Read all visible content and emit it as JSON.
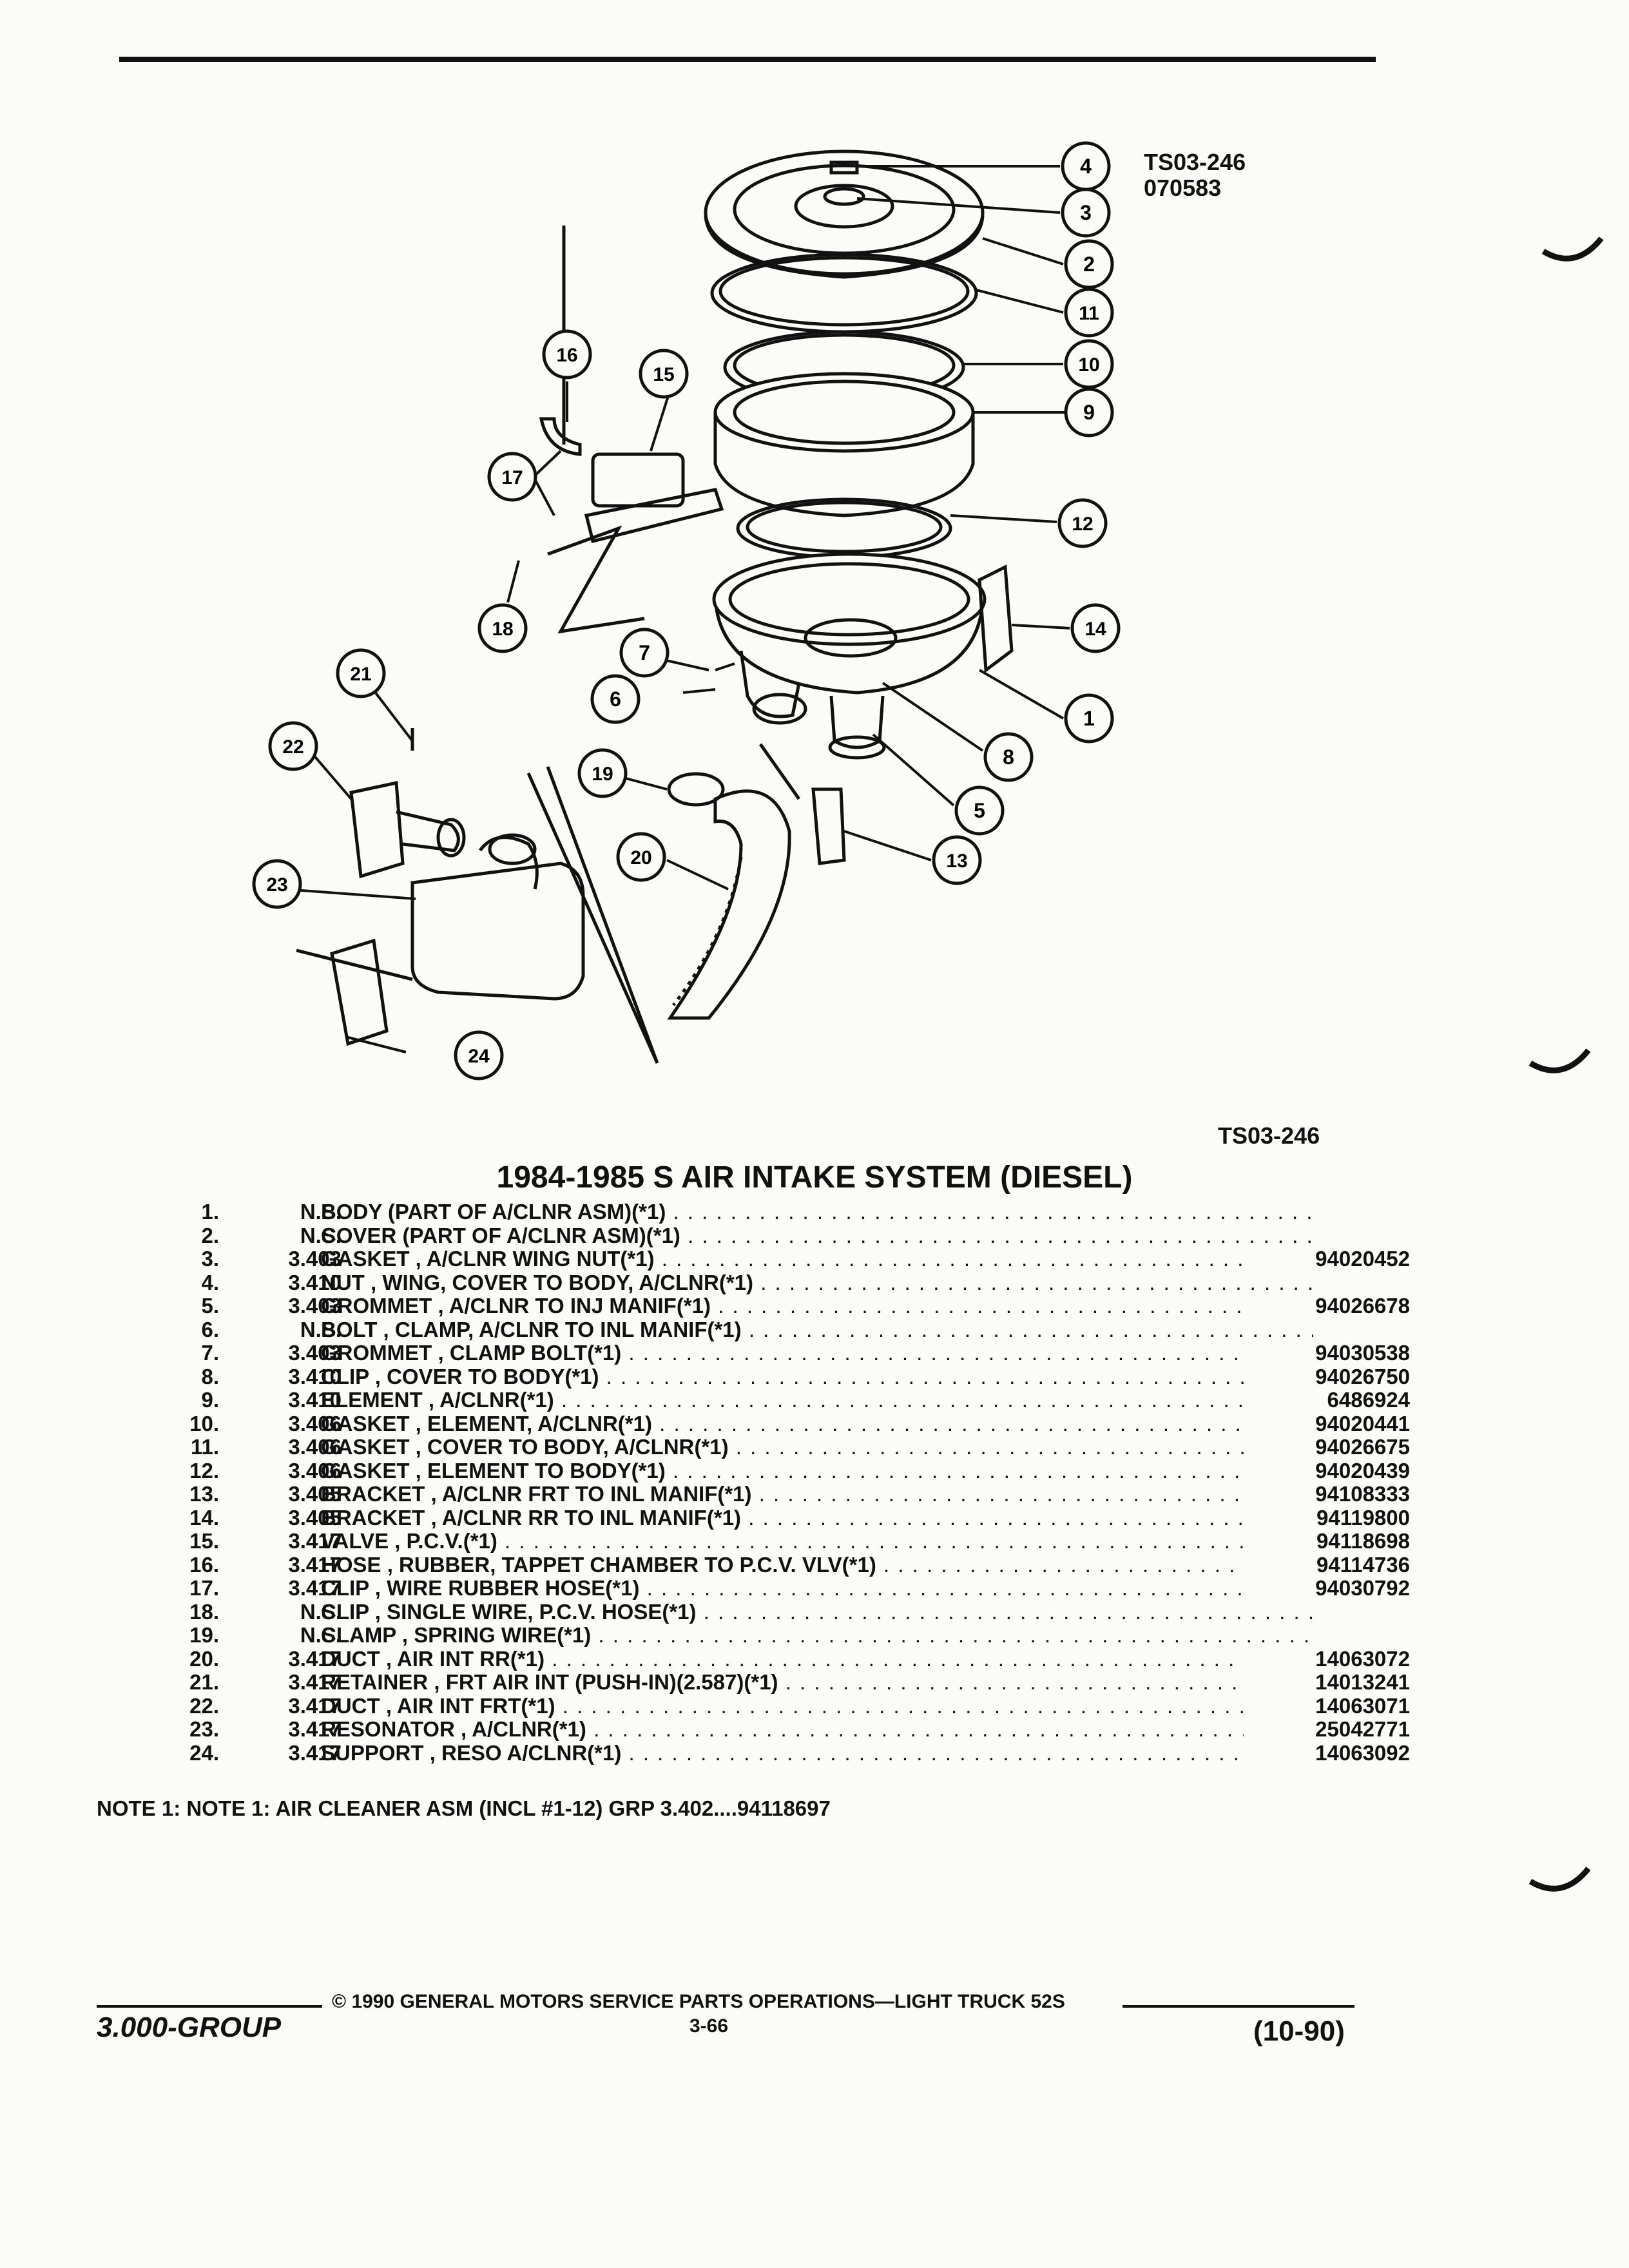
{
  "figure": {
    "ref_code": "TS03-246",
    "ref_date": "070583",
    "ref_code_bottom": "TS03-246",
    "callouts": [
      "1",
      "2",
      "3",
      "4",
      "5",
      "6",
      "7",
      "8",
      "9",
      "10",
      "11",
      "12",
      "13",
      "14",
      "15",
      "16",
      "17",
      "18",
      "19",
      "20",
      "21",
      "22",
      "23",
      "24"
    ]
  },
  "section": {
    "title": "1984-1985 S AIR INTAKE SYSTEM (DIESEL)"
  },
  "parts": [
    {
      "num": "1.",
      "group": "N.S.",
      "desc": "BODY (PART OF A/CLNR ASM)(*1)",
      "part_no": ""
    },
    {
      "num": "2.",
      "group": "N.S.",
      "desc": "COVER (PART OF A/CLNR ASM)(*1)",
      "part_no": ""
    },
    {
      "num": "3.",
      "group": "3.403",
      "desc": "GASKET , A/CLNR WING NUT(*1)",
      "part_no": "94020452"
    },
    {
      "num": "4.",
      "group": "3.410",
      "desc": "NUT , WING, COVER TO BODY, A/CLNR(*1)",
      "part_no": ""
    },
    {
      "num": "5.",
      "group": "3.403",
      "desc": "GROMMET , A/CLNR TO INJ MANIF(*1)",
      "part_no": "94026678"
    },
    {
      "num": "6.",
      "group": "N.S.",
      "desc": "BOLT , CLAMP, A/CLNR TO INL MANIF(*1)",
      "part_no": ""
    },
    {
      "num": "7.",
      "group": "3.403",
      "desc": "GROMMET , CLAMP BOLT(*1)",
      "part_no": "94030538"
    },
    {
      "num": "8.",
      "group": "3.410",
      "desc": "CLIP , COVER TO BODY(*1)",
      "part_no": "94026750"
    },
    {
      "num": "9.",
      "group": "3.410",
      "desc": "ELEMENT , A/CLNR(*1)",
      "part_no": "6486924"
    },
    {
      "num": "10.",
      "group": "3.406",
      "desc": "GASKET , ELEMENT, A/CLNR(*1)",
      "part_no": "94020441"
    },
    {
      "num": "11.",
      "group": "3.406",
      "desc": "GASKET , COVER TO BODY, A/CLNR(*1)",
      "part_no": "94026675"
    },
    {
      "num": "12.",
      "group": "3.406",
      "desc": "GASKET , ELEMENT TO BODY(*1)",
      "part_no": "94020439"
    },
    {
      "num": "13.",
      "group": "3.405",
      "desc": "BRACKET , A/CLNR FRT TO INL MANIF(*1)",
      "part_no": "94108333"
    },
    {
      "num": "14.",
      "group": "3.405",
      "desc": "BRACKET , A/CLNR RR TO INL MANIF(*1)",
      "part_no": "94119800"
    },
    {
      "num": "15.",
      "group": "3.417",
      "desc": "VALVE , P.C.V.(*1)",
      "part_no": "94118698"
    },
    {
      "num": "16.",
      "group": "3.417",
      "desc": "HOSE , RUBBER, TAPPET CHAMBER TO P.C.V. VLV(*1)",
      "part_no": "94114736"
    },
    {
      "num": "17.",
      "group": "3.417",
      "desc": "CLIP , WIRE RUBBER HOSE(*1)",
      "part_no": "94030792"
    },
    {
      "num": "18.",
      "group": "N.S.",
      "desc": "CLIP , SINGLE WIRE, P.C.V. HOSE(*1)",
      "part_no": ""
    },
    {
      "num": "19.",
      "group": "N.S.",
      "desc": "CLAMP , SPRING WIRE(*1)",
      "part_no": ""
    },
    {
      "num": "20.",
      "group": "3.417",
      "desc": "DUCT , AIR INT RR(*1)",
      "part_no": "14063072"
    },
    {
      "num": "21.",
      "group": "3.417",
      "desc": "RETAINER , FRT AIR INT (PUSH-IN)(2.587)(*1)",
      "part_no": "14013241"
    },
    {
      "num": "22.",
      "group": "3.417",
      "desc": "DUCT , AIR INT FRT(*1)",
      "part_no": "14063071"
    },
    {
      "num": "23.",
      "group": "3.417",
      "desc": "RESONATOR , A/CLNR(*1)",
      "part_no": "25042771"
    },
    {
      "num": "24.",
      "group": "3.417",
      "desc": "SUPPORT , RESO A/CLNR(*1)",
      "part_no": "14063092"
    }
  ],
  "note": "NOTE  1:  NOTE 1: AIR CLEANER ASM (INCL #1-12) GRP 3.402....94118697",
  "footer": {
    "group": "3.000-GROUP",
    "copyright": "© 1990  GENERAL MOTORS SERVICE PARTS OPERATIONS—LIGHT TRUCK 52S",
    "page": "3-66",
    "date": "(10-90)"
  }
}
